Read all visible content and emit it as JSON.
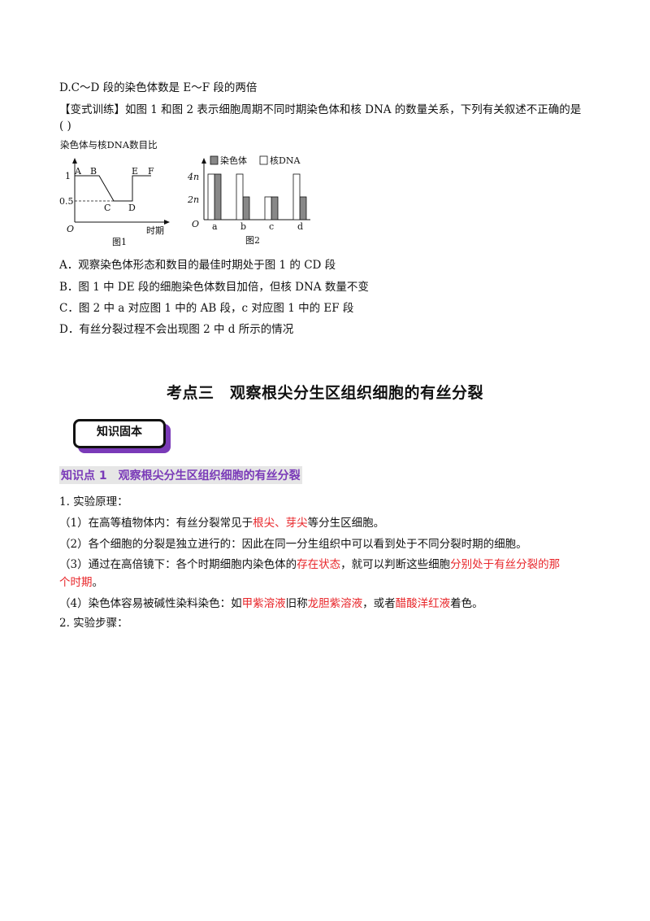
{
  "top_lines": {
    "option_d_prev": "D.C～D 段的染色体数是 E～F 段的两倍",
    "exercise_prompt": "【变式训练】如图 1 和图 2 表示细胞周期不同时期染色体和核 DNA 的数量关系，下列有关叙述不正确的是",
    "blank": "(      )"
  },
  "fig1": {
    "title": "染色体与核DNA数目比",
    "y_ticks": [
      "1",
      "0.5"
    ],
    "origin": "O",
    "x_label": "时期",
    "points": [
      "A",
      "B",
      "C",
      "D",
      "E",
      "F"
    ],
    "caption": "图1",
    "chart_data": {
      "type": "line",
      "x": [
        "A",
        "B",
        "C",
        "D",
        "E",
        "F"
      ],
      "values": [
        1,
        1,
        0.5,
        0.5,
        1,
        1
      ],
      "ylabel": "染色体与核DNA数目比",
      "xlabel": "时期"
    }
  },
  "fig2": {
    "legend_chromosome": "染色体",
    "legend_dna": "核DNA",
    "y_ticks": [
      "4n",
      "2n"
    ],
    "origin": "O",
    "categories": [
      "a",
      "b",
      "c",
      "d"
    ],
    "caption": "图2",
    "chart_data": {
      "type": "bar",
      "categories": [
        "a",
        "b",
        "c",
        "d"
      ],
      "series": [
        {
          "name": "染色体",
          "values": [
            4,
            2,
            2,
            2
          ]
        },
        {
          "name": "核DNA",
          "values": [
            4,
            4,
            2,
            4
          ]
        }
      ],
      "y_unit": "n",
      "colors": {
        "染色体": "#888888",
        "核DNA": "#ffffff"
      }
    }
  },
  "options": {
    "a": "A．观察染色体形态和数目的最佳时期处于图 1 的 CD 段",
    "b": "B．图 1 中 DE 段的细胞染色体数目加倍，但核 DNA 数量不变",
    "c": "C．图 2 中 a 对应图 1 中的 AB 段，c 对应图 1 中的 EF 段",
    "d": "D．有丝分裂过程不会出现图 2 中 d 所示的情况"
  },
  "section_title": "考点三　观察根尖分生区组织细胞的有丝分裂",
  "badge": "知识固本",
  "knowledge_point": "知识点 1　观察根尖分生区组织细胞的有丝分裂",
  "body": {
    "p1": "1. 实验原理：",
    "p2_a": "（1）在高等植物体内：有丝分裂常见于",
    "p2_red": "根尖、芽尖",
    "p2_b": "等分生区细胞。",
    "p3": "（2）各个细胞的分裂是独立进行的：因此在同一分生组织中可以看到处于不同分裂时期的细胞。",
    "p4_a": "（3）通过在高倍镜下：各个时期细胞内染色体的",
    "p4_red1": "存在状态",
    "p4_b": "，就可以判断这些细胞",
    "p4_red2": "分别处于有丝分裂的那",
    "p4_red3": "个时期",
    "p4_c": "。",
    "p5_a": "（4）染色体容易被碱性染料染色：如",
    "p5_red1": "甲紫溶液",
    "p5_b": "旧称",
    "p5_red2": "龙胆紫溶液",
    "p5_c": "，或者",
    "p5_red3": "醋酸洋红液",
    "p5_d": "着色。",
    "p6": "2. 实验步骤："
  }
}
